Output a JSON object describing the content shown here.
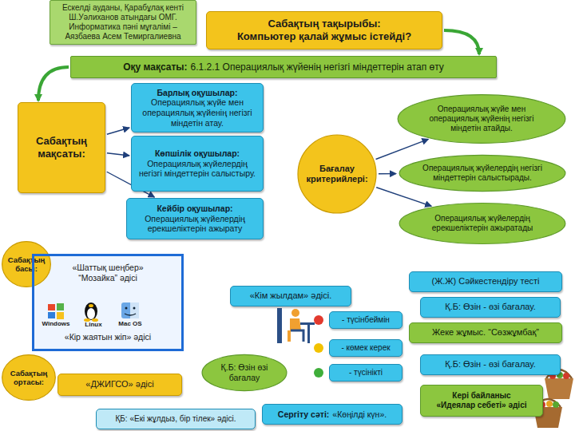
{
  "diagram": {
    "nodes": [
      {
        "text": [
          "Ескелді ауданы, Қарабұлақ кенті Ш.Уәлиханов атындағы ОМГ. Информатика пәні мұғалімі – Аязбаева Асем Темиргалиевна"
        ]
      },
      {
        "text": [
          "Сабақтың тақырыбы:",
          "Компьютер қалай жұмыс істейді?"
        ]
      },
      {
        "text": [
          "Оқу мақсаты:",
          "6.1.2.1 Операциялық жүйенің негізгі міндеттерін атап өту"
        ]
      },
      {
        "text": [
          "Сабақтың мақсаты:"
        ]
      },
      {
        "text": [
          "Барлық оқушылар:",
          "Операциялық жүйе мен операциялық жүйенің негізгі міндетін атау."
        ]
      },
      {
        "text": [
          "Көпшілік оқушылар:",
          "Операциялық жүйелердің негізгі міндеттерін салыстыру."
        ]
      },
      {
        "text": [
          "Кейбір оқушылар:",
          "Операциялық жүйелердің ерекшеліктерін ажырату"
        ]
      },
      {
        "text": [
          "Бағалау критерийлері:"
        ]
      },
      {
        "text": [
          "Операциялық жүйе мен операциялық жүйенің негізгі міндетін атайды."
        ]
      },
      {
        "text": [
          "Операциялық жүйелердің негізгі міндеттерін салыстырады."
        ]
      },
      {
        "text": [
          "Операциялық жүйелердің ерекшеліктерін ажыратады"
        ]
      },
      {
        "text": [
          "Сабақтың басы:"
        ]
      },
      {
        "text": [
          "«Шаттық шеңбер»",
          "“Мозайка” әдісі",
          "«Кір жаятын жіп» әдісі"
        ]
      },
      {
        "text": [
          "Сабақтың ортасы:"
        ]
      },
      {
        "text": [
          "«ДЖИГСО» әдісі"
        ]
      },
      {
        "text": [
          "ҚБ: «Екі жұлдыз, бір тілек» әдісі."
        ]
      },
      {
        "text": [
          "«Кім жылдам» әдісі."
        ]
      },
      {
        "text": [
          "- түсінбеймін"
        ]
      },
      {
        "text": [
          "- көмек керек"
        ]
      },
      {
        "text": [
          "- түсінікті"
        ]
      },
      {
        "text": [
          "Қ.Б: Өзін өзі бағалау"
        ]
      },
      {
        "text": [
          "Сергіту сәті:",
          "«Көңілді күн»."
        ]
      },
      {
        "text": [
          "(Ж.Ж) Сәйкестендіру тесті"
        ]
      },
      {
        "text": [
          "Қ.Б: Өзін - өзі бағалау."
        ]
      },
      {
        "text": [
          "Жеке жұмыс. “Сөзжұмбақ”"
        ]
      },
      {
        "text": [
          "Қ.Б: Өзін - өзі бағалау."
        ]
      },
      {
        "text": [
          "Кері байланыс",
          "«Идеялар себеті» әдісі"
        ]
      }
    ],
    "edges": [
      {
        "from": 1,
        "to": 2,
        "arrow": "to"
      },
      {
        "from": 2,
        "to": 3,
        "arrow": "to"
      },
      {
        "from": 3,
        "to": 4,
        "arrow": "to"
      },
      {
        "from": 3,
        "to": 5,
        "arrow": "to"
      },
      {
        "from": 3,
        "to": 6,
        "arrow": "to"
      },
      {
        "from": 7,
        "to": 8,
        "arrow": "to"
      },
      {
        "from": 7,
        "to": 9,
        "arrow": "to"
      },
      {
        "from": 7,
        "to": 10,
        "arrow": "to"
      }
    ],
    "labels": [
      "Windows",
      "Linux",
      "Mac OS"
    ]
  }
}
